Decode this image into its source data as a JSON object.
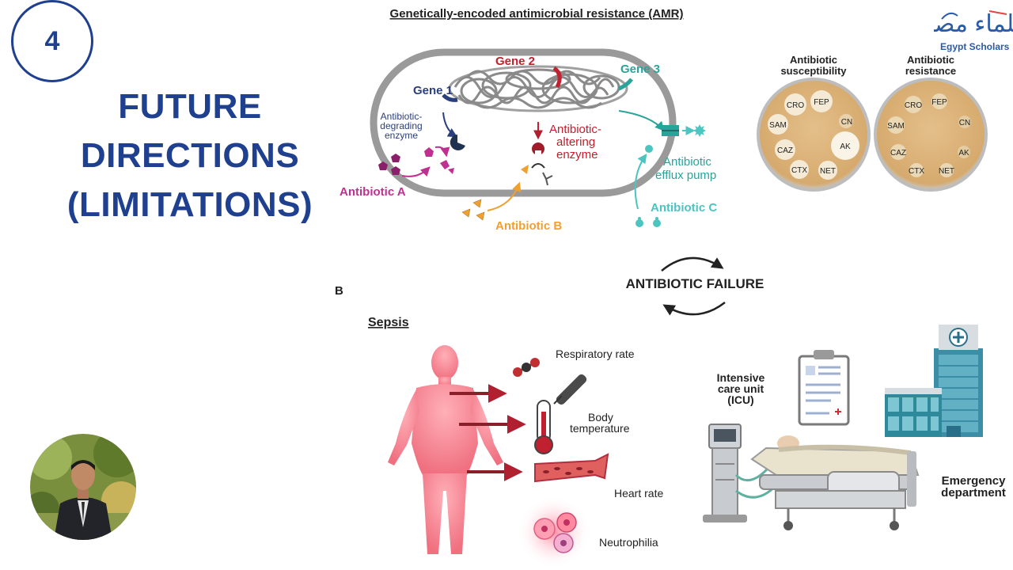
{
  "slide": {
    "number": "4",
    "title_line1": "FUTURE DIRECTIONS",
    "title_line2": "(LIMITATIONS)"
  },
  "logo": {
    "arabic": "علماء مصر",
    "text": "Egypt Scholars"
  },
  "amr_panel": {
    "title": "Genetically-encoded antimicrobial resistance (AMR)",
    "gene1": "Gene 1",
    "gene2": "Gene 2",
    "gene3": "Gene 3",
    "degrading_line1": "Antibiotic-",
    "degrading_line2": "degrading",
    "degrading_line3": "enzyme",
    "altering_line1": "Antibiotic-",
    "altering_line2": "altering",
    "altering_line3": "enzyme",
    "efflux_line1": "Antibiotic",
    "efflux_line2": "efflux pump",
    "antibiotic_a": "Antibiotic A",
    "antibiotic_b": "Antibiotic B",
    "antibiotic_c": "Antibiotic C",
    "colors": {
      "gene1": "#2a3f7d",
      "gene2": "#c0202f",
      "gene3": "#2aa39a",
      "antibiotic_a": "#c03090",
      "antibiotic_b": "#f0a030",
      "antibiotic_c": "#4cc4c0"
    }
  },
  "plates": {
    "susceptibility_line1": "Antibiotic",
    "susceptibility_line2": "susceptibility",
    "resistance_line1": "Antibiotic",
    "resistance_line2": "resistance",
    "discs": {
      "cro": "CRO",
      "fep": "FEP",
      "sam": "SAM",
      "cn": "CN",
      "caz": "CAZ",
      "ak": "AK",
      "ctx": "CTX",
      "net": "NET"
    }
  },
  "failure": {
    "label": "ANTIBIOTIC FAILURE"
  },
  "sepsis_panel": {
    "panel_letter": "B",
    "title": "Sepsis",
    "respiratory_rate": "Respiratory rate",
    "body_temperature_line1": "Body",
    "body_temperature_line2": "temperature",
    "heart_rate": "Heart rate",
    "neutrophilia": "Neutrophilia",
    "icu_line1": "Intensive",
    "icu_line2": "care unit",
    "icu_line3": "(ICU)",
    "emergency_line1": "Emergency",
    "emergency_line2": "department"
  }
}
